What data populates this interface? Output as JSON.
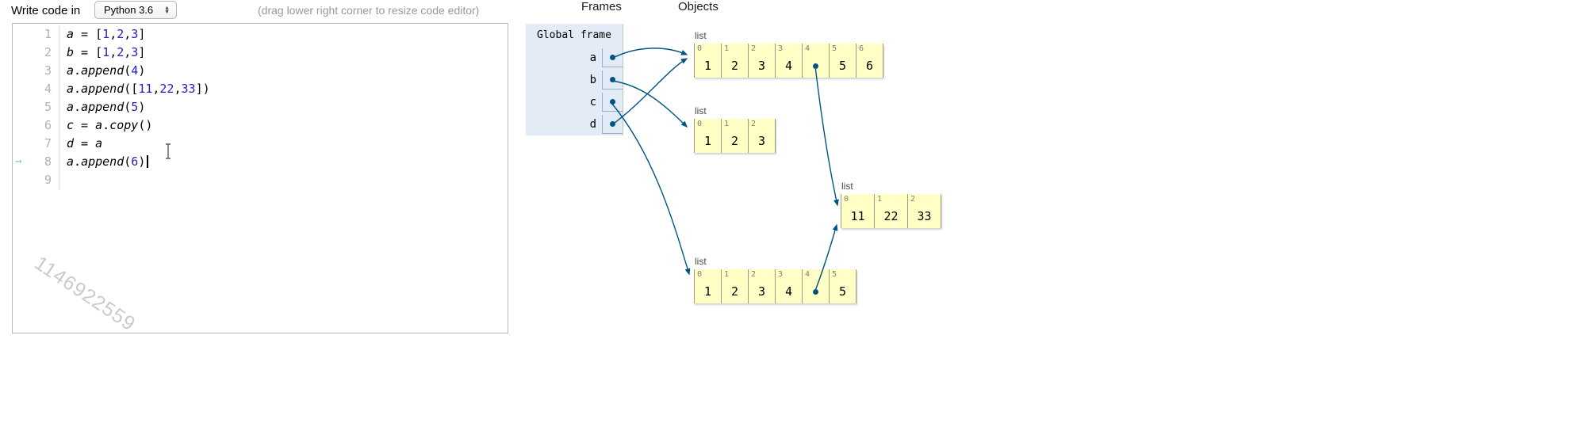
{
  "toolbar": {
    "write_code_in": "Write code in",
    "language": "Python 3.6",
    "resize_hint": "(drag lower right corner to resize code editor)"
  },
  "headers": {
    "frames": "Frames",
    "objects": "Objects"
  },
  "editor": {
    "watermark": "1146922559",
    "current_line": 8,
    "lines": [
      {
        "num": 1,
        "tokens": [
          [
            "id",
            "a"
          ],
          [
            "pl",
            " = ["
          ],
          [
            "num",
            "1"
          ],
          [
            "pl",
            ","
          ],
          [
            "num",
            "2"
          ],
          [
            "pl",
            ","
          ],
          [
            "num",
            "3"
          ],
          [
            "pl",
            "]"
          ]
        ]
      },
      {
        "num": 2,
        "tokens": [
          [
            "id",
            "b"
          ],
          [
            "pl",
            " = ["
          ],
          [
            "num",
            "1"
          ],
          [
            "pl",
            ","
          ],
          [
            "num",
            "2"
          ],
          [
            "pl",
            ","
          ],
          [
            "num",
            "3"
          ],
          [
            "pl",
            "]"
          ]
        ]
      },
      {
        "num": 3,
        "tokens": [
          [
            "id",
            "a"
          ],
          [
            "pl",
            "."
          ],
          [
            "id",
            "append"
          ],
          [
            "pl",
            "("
          ],
          [
            "num",
            "4"
          ],
          [
            "pl",
            ")"
          ]
        ]
      },
      {
        "num": 4,
        "tokens": [
          [
            "id",
            "a"
          ],
          [
            "pl",
            "."
          ],
          [
            "id",
            "append"
          ],
          [
            "pl",
            "(["
          ],
          [
            "num",
            "11"
          ],
          [
            "pl",
            ","
          ],
          [
            "num",
            "22"
          ],
          [
            "pl",
            ","
          ],
          [
            "num",
            "33"
          ],
          [
            "pl",
            "])"
          ]
        ]
      },
      {
        "num": 5,
        "tokens": [
          [
            "id",
            "a"
          ],
          [
            "pl",
            "."
          ],
          [
            "id",
            "append"
          ],
          [
            "pl",
            "("
          ],
          [
            "num",
            "5"
          ],
          [
            "pl",
            ")"
          ]
        ]
      },
      {
        "num": 6,
        "tokens": [
          [
            "id",
            "c"
          ],
          [
            "pl",
            " = "
          ],
          [
            "id",
            "a"
          ],
          [
            "pl",
            "."
          ],
          [
            "id",
            "copy"
          ],
          [
            "pl",
            "()"
          ]
        ]
      },
      {
        "num": 7,
        "tokens": [
          [
            "id",
            "d"
          ],
          [
            "pl",
            " = "
          ],
          [
            "id",
            "a"
          ]
        ]
      },
      {
        "num": 8,
        "caret": true,
        "tokens": [
          [
            "id",
            "a"
          ],
          [
            "pl",
            "."
          ],
          [
            "id",
            "append"
          ],
          [
            "pl",
            "("
          ],
          [
            "num",
            "6"
          ],
          [
            "pl",
            ")"
          ]
        ]
      },
      {
        "num": 9,
        "tokens": []
      }
    ]
  },
  "frames": {
    "global": {
      "label": "Global frame",
      "variables": [
        "a",
        "b",
        "c",
        "d"
      ]
    }
  },
  "heap": {
    "lists": [
      {
        "label": "list",
        "cells": [
          {
            "i": 0,
            "v": "1"
          },
          {
            "i": 1,
            "v": "2"
          },
          {
            "i": 2,
            "v": "3"
          },
          {
            "i": 3,
            "v": "4"
          },
          {
            "i": 4,
            "ptr": true
          },
          {
            "i": 5,
            "v": "5"
          },
          {
            "i": 6,
            "v": "6"
          }
        ]
      },
      {
        "label": "list",
        "cells": [
          {
            "i": 0,
            "v": "1"
          },
          {
            "i": 1,
            "v": "2"
          },
          {
            "i": 2,
            "v": "3"
          }
        ]
      },
      {
        "label": "list",
        "cells": [
          {
            "i": 0,
            "v": "11"
          },
          {
            "i": 1,
            "v": "22"
          },
          {
            "i": 2,
            "v": "33"
          }
        ]
      },
      {
        "label": "list",
        "cells": [
          {
            "i": 0,
            "v": "1"
          },
          {
            "i": 1,
            "v": "2"
          },
          {
            "i": 2,
            "v": "3"
          },
          {
            "i": 3,
            "v": "4"
          },
          {
            "i": 4,
            "ptr": true
          },
          {
            "i": 5,
            "v": "5"
          }
        ]
      }
    ]
  },
  "colors": {
    "arrow_color": "#005583",
    "frame_bg": "#e2ebf6",
    "heap_bg": "#ffffc6",
    "number_color": "#2222bb",
    "line_number_color": "#b2b2b2",
    "hint_color": "#999999",
    "watermark_color": "#cbcbcb",
    "current_arrow_color": "#8fd08f"
  }
}
